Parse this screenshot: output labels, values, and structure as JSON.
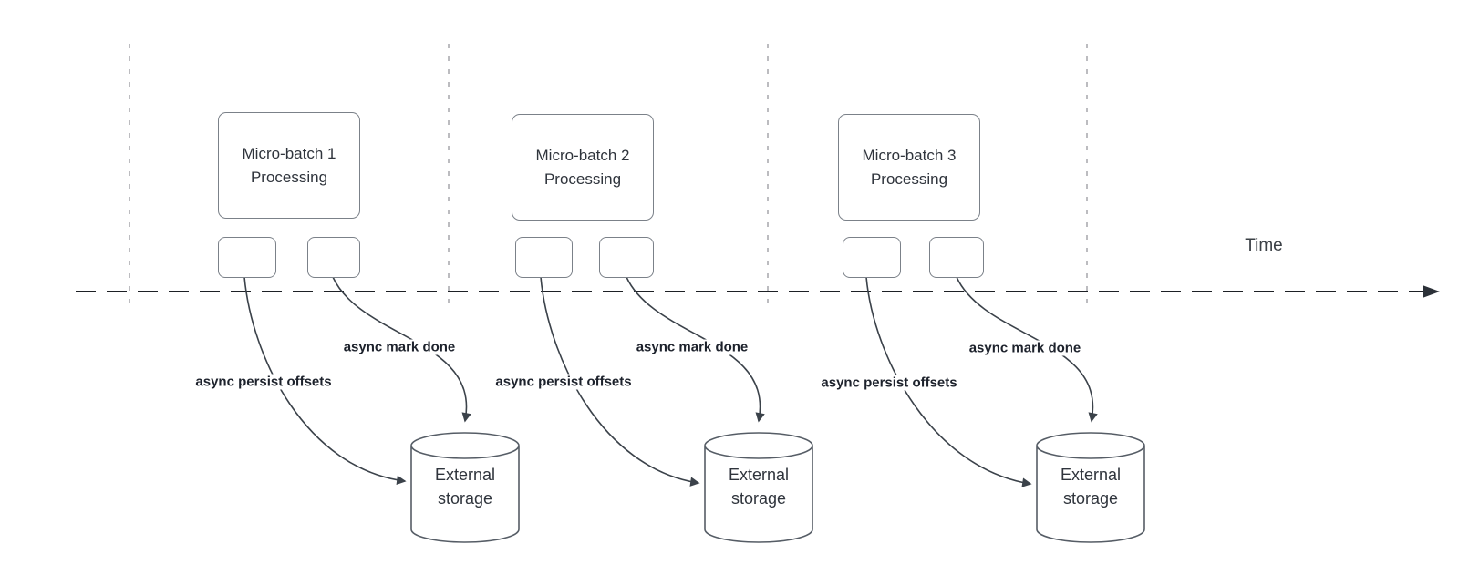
{
  "diagram": {
    "time_axis_label": "Time",
    "batches": [
      {
        "title": "Micro-batch 1\nProcessing",
        "persist_label": "async persist offsets",
        "mark_done_label": "async mark done",
        "storage_label": "External\nstorage"
      },
      {
        "title": "Micro-batch 2\nProcessing",
        "persist_label": "async persist offsets",
        "mark_done_label": "async mark done",
        "storage_label": "External\nstorage"
      },
      {
        "title": "Micro-batch 3\nProcessing",
        "persist_label": "async persist offsets",
        "mark_done_label": "async mark done",
        "storage_label": "External\nstorage"
      }
    ],
    "colors": {
      "timeline": "#1d2025",
      "guide_line": "#a5a6ac",
      "shape_border": "#7b8189",
      "edge": "#3b424a",
      "label_text": "#1d222c",
      "shape_fill": "#ffffff"
    }
  }
}
